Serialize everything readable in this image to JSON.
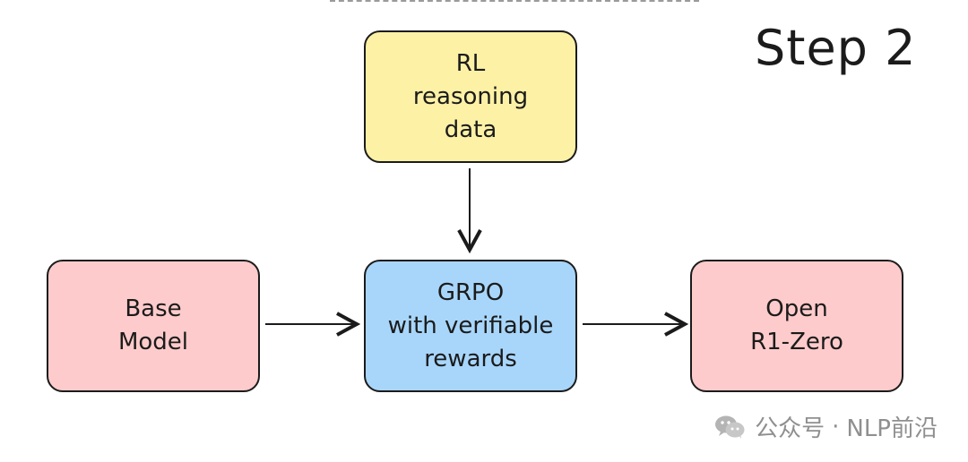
{
  "diagram": {
    "title": "Step 2",
    "nodes": {
      "rl_reasoning_data": {
        "text": "RL\nreasoning\ndata",
        "fill": "#FDF1A6"
      },
      "base_model": {
        "text": "Base\nModel",
        "fill": "#FDCBCB"
      },
      "grpo": {
        "text": "GRPO\nwith verifiable\nrewards",
        "fill": "#A8D6FB"
      },
      "open_r1_zero": {
        "text": "Open\nR1-Zero",
        "fill": "#FDCBCB"
      }
    },
    "edges": [
      {
        "from": "rl_reasoning_data",
        "to": "grpo"
      },
      {
        "from": "base_model",
        "to": "grpo"
      },
      {
        "from": "grpo",
        "to": "open_r1_zero"
      }
    ]
  },
  "watermark": {
    "icon": "wechat-icon",
    "label": "公众号",
    "separator": "·",
    "name": "NLP前沿",
    "color": "#8F8F8F"
  },
  "colors": {
    "stroke": "#1B1B1B",
    "background": "#FFFFFF"
  }
}
